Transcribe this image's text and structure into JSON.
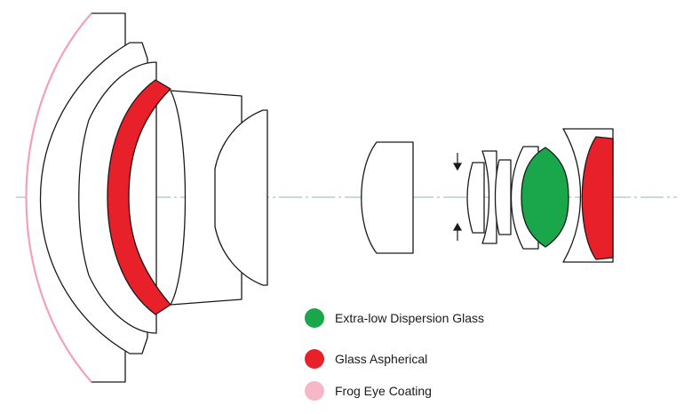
{
  "legend": [
    {
      "label": "Extra-low Dispersion Glass",
      "color": "#1aa64a"
    },
    {
      "label": "Glass Aspherical",
      "color": "#e8202a"
    },
    {
      "label": "Frog Eye Coating",
      "color": "#f6b7c8"
    }
  ],
  "colors": {
    "outline": "#1a1a1a",
    "glass": "#ffffff",
    "optical_axis": "#8fb8b0",
    "frog_eye_coating": "#f3a1b7"
  },
  "icons": [
    "focus-arrow-down-icon",
    "focus-arrow-up-icon"
  ]
}
